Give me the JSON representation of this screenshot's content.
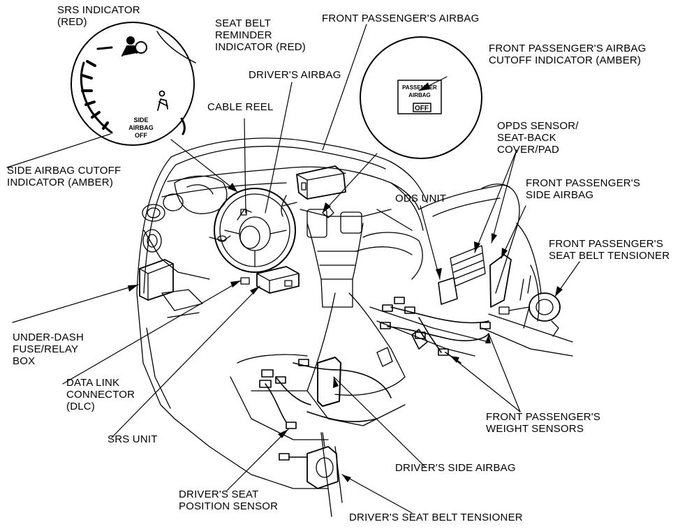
{
  "labels": {
    "srs_indicator": "SRS INDICATOR\n(RED)",
    "seat_belt_reminder": "SEAT BELT\nREMINDER\nINDICATOR (RED)",
    "front_passenger_airbag": "FRONT PASSENGER'S AIRBAG",
    "front_passenger_airbag_cutoff": "FRONT PASSENGER'S AIRBAG\nCUTOFF INDICATOR (AMBER)",
    "drivers_airbag": "DRIVER'S AIRBAG",
    "cable_reel": "CABLE REEL",
    "opds_sensor": "OPDS SENSOR/\nSEAT-BACK\nCOVER/PAD",
    "side_airbag_cutoff": "SIDE AIRBAG CUTOFF\nINDICATOR (AMBER)",
    "front_passenger_side_airbag": "FRONT PASSENGER'S\nSIDE AIRBAG",
    "ods_unit": "ODS UNIT",
    "front_passenger_seat_belt_tensioner": "FRONT PASSENGER'S\nSEAT BELT TENSIONER",
    "under_dash_fuse": "UNDER-DASH\nFUSE/RELAY\nBOX",
    "data_link_connector": "DATA LINK\nCONNECTOR\n(DLC)",
    "srs_unit": "SRS UNIT",
    "front_passenger_weight_sensors": "FRONT PASSENGER'S\nWEIGHT SENSORS",
    "drivers_side_airbag": "DRIVER'S SIDE AIRBAG",
    "drivers_seat_position_sensor": "DRIVER'S SEAT\nPOSITION SENSOR",
    "drivers_seat_belt_tensioner": "DRIVER'S SEAT BELT TENSIONER"
  },
  "inset_left": {
    "side_airbag_text": "SIDE\nAIRBAG\nOFF"
  },
  "inset_right": {
    "passenger_airbag_text": "PASSENGER\nAIRBAG",
    "off_text": "OFF"
  }
}
